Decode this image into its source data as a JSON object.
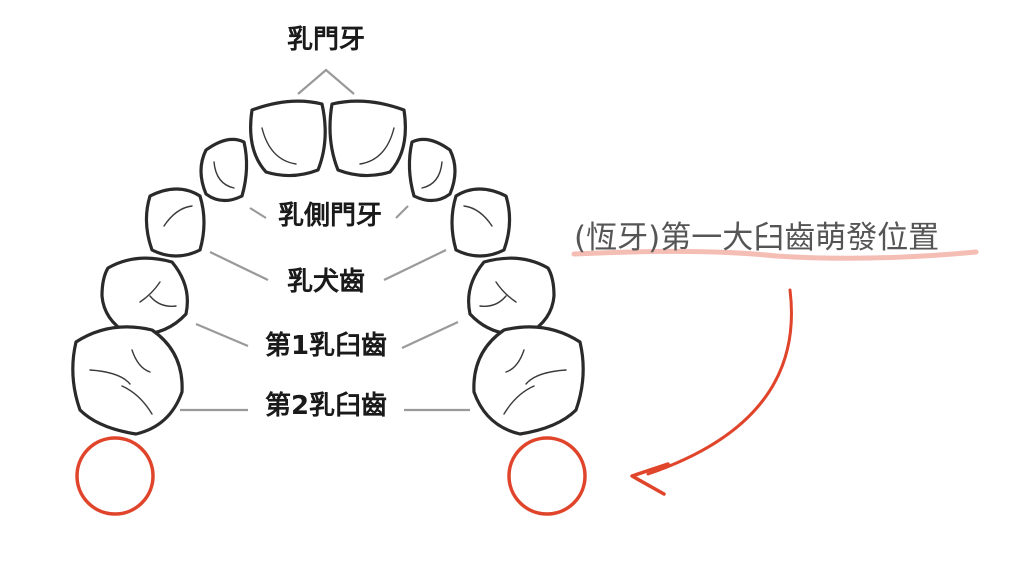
{
  "labels": {
    "central_incisor": "乳門牙",
    "lateral_incisor": "乳側門牙",
    "canine": "乳犬齒",
    "first_molar": "第1乳臼齒",
    "second_molar": "第2乳臼齒"
  },
  "annotation": {
    "text": "(恆牙)第一大臼齒萌發位置"
  },
  "colors": {
    "outline": "#2a2a2a",
    "leader_line": "#9a9a9a",
    "highlight_red": "#e0452b",
    "annotation_text": "#555555"
  }
}
